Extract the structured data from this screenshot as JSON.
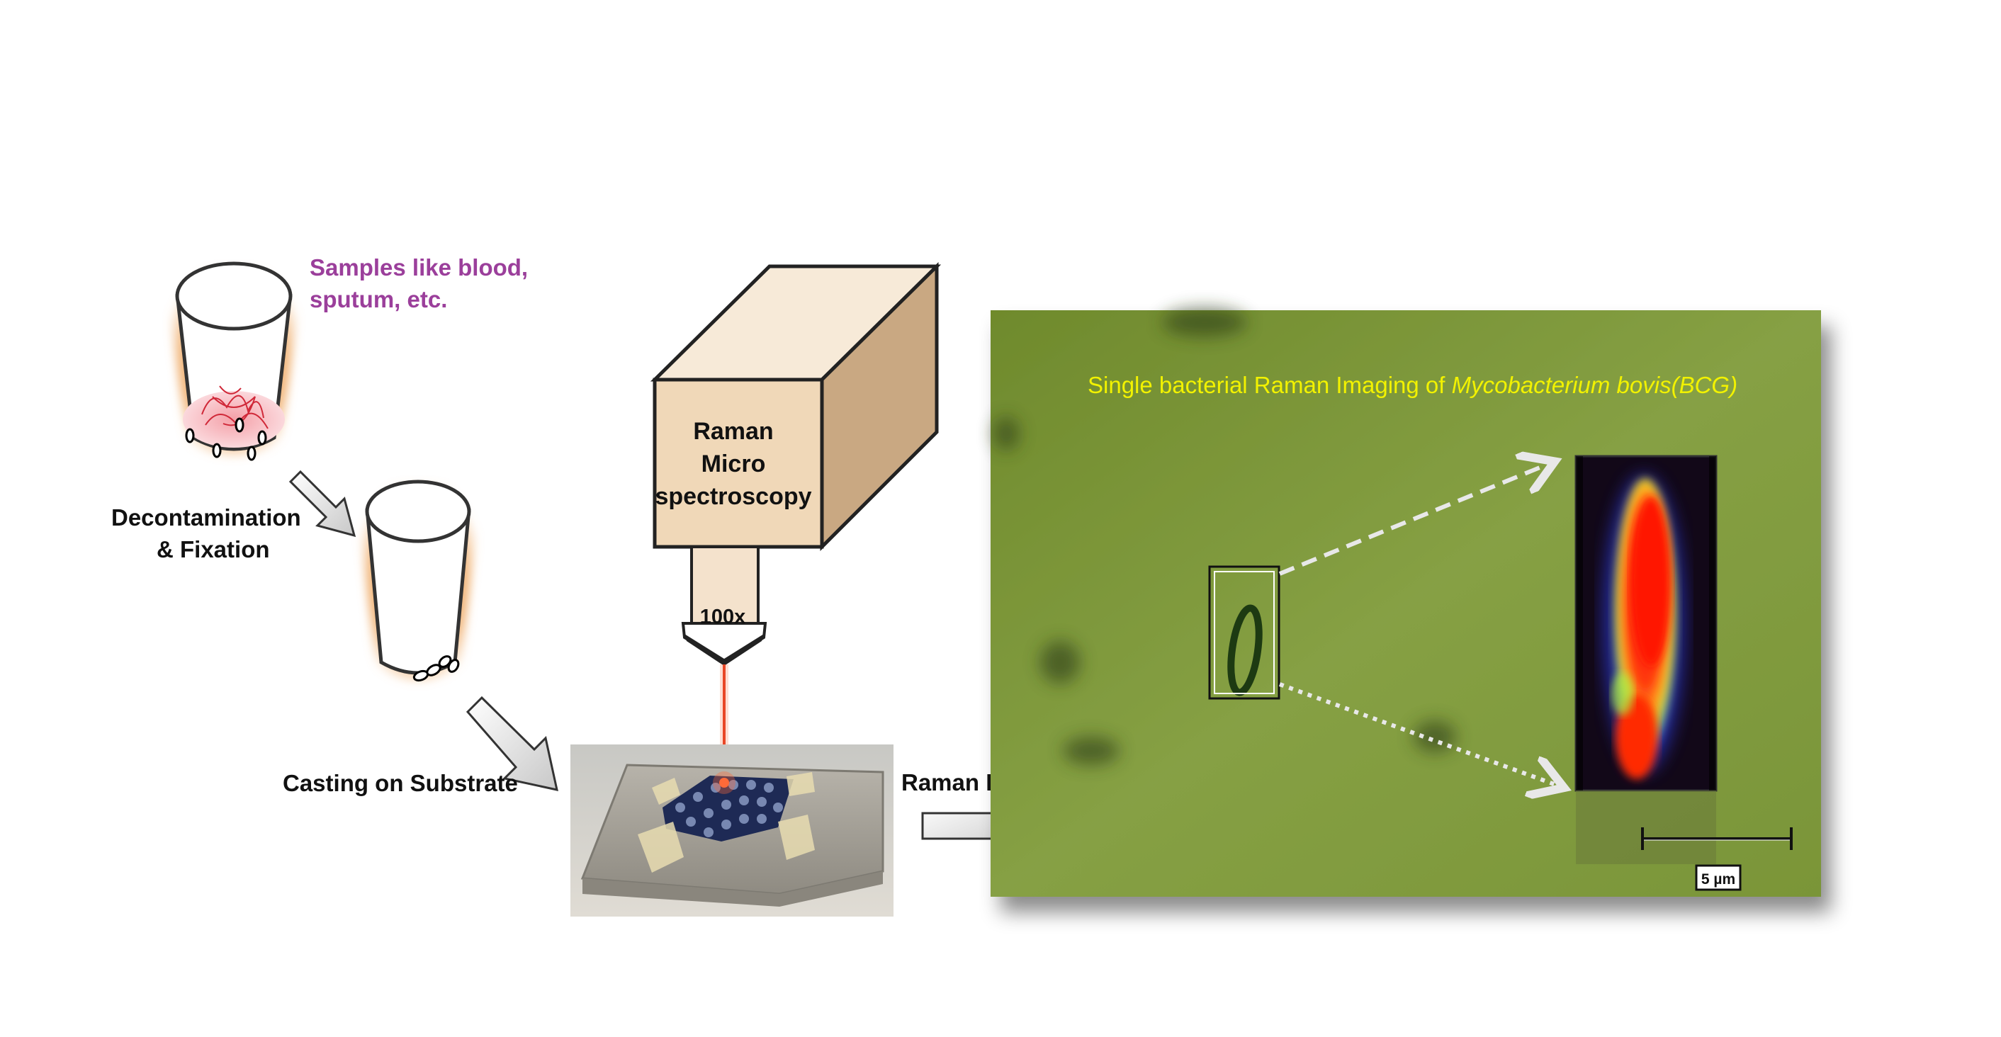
{
  "labels": {
    "samples_line1": "Samples like blood,",
    "samples_line2": "sputum, etc.",
    "decon_line1": "Decontamination",
    "decon_line2": "& Fixation",
    "casting": "Casting on Substrate",
    "raman_imaging": "Raman Imaging",
    "instrument_line1": "Raman",
    "instrument_line2": "Micro",
    "instrument_line3": "spectroscopy",
    "objective": "100x"
  },
  "micrograph": {
    "title_prefix": "Single bacterial Raman Imaging of ",
    "title_italic": "Mycobacterium bovis",
    "title_suffix": "(BCG)",
    "scale_bar_label": "5 µm"
  },
  "colors": {
    "samples_text": "#9b3f9b",
    "title_text": "#f2f200",
    "micrograph_bg": "#7d9a3a",
    "laser": "#e2361a",
    "box_face": "#f0d8b8"
  }
}
